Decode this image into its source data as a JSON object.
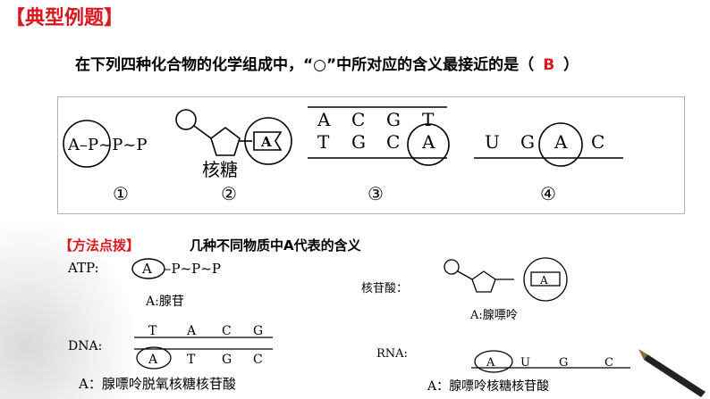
{
  "title": "【典型例题】",
  "question": {
    "stem": "在下列四种化合物的化学组成中，“○”中所对应的含义最接近的是（",
    "answer": "B",
    "close": "）"
  },
  "figure1": {
    "atp_label": "A–P~P~P",
    "box_letter": "A",
    "sugar_label": "核糖",
    "dna_top": [
      "A",
      "C",
      "G",
      "T"
    ],
    "dna_bottom": [
      "T",
      "G",
      "C",
      "A"
    ],
    "rna": [
      "U",
      "G",
      "A",
      "C"
    ],
    "numbers": [
      "①",
      "②",
      "③",
      "④"
    ]
  },
  "method": {
    "title": "【方法点拨】",
    "subtitle": "几种不同物质中A代表的含义",
    "atp": {
      "label": "ATP:",
      "circle": "A",
      "chain": "–P~P~P",
      "meaning": "A:腺苷"
    },
    "nucleotide": {
      "label": "核苷酸：",
      "box": "A",
      "meaning": "A:腺嘌呤"
    },
    "dna": {
      "label": "DNA:",
      "top": [
        "T",
        "A",
        "C",
        "G"
      ],
      "bottom": [
        "A",
        "T",
        "G",
        "C"
      ],
      "meaning": "A：腺嘌呤脱氧核糖核苷酸"
    },
    "rna": {
      "label": "RNA:",
      "bases": [
        "A",
        "U",
        "G",
        "C"
      ],
      "meaning": "A：腺嘌呤核糖核苷酸"
    }
  },
  "colors": {
    "accent": "#d9181f",
    "text": "#000000",
    "frame": "#b0b0b0"
  }
}
